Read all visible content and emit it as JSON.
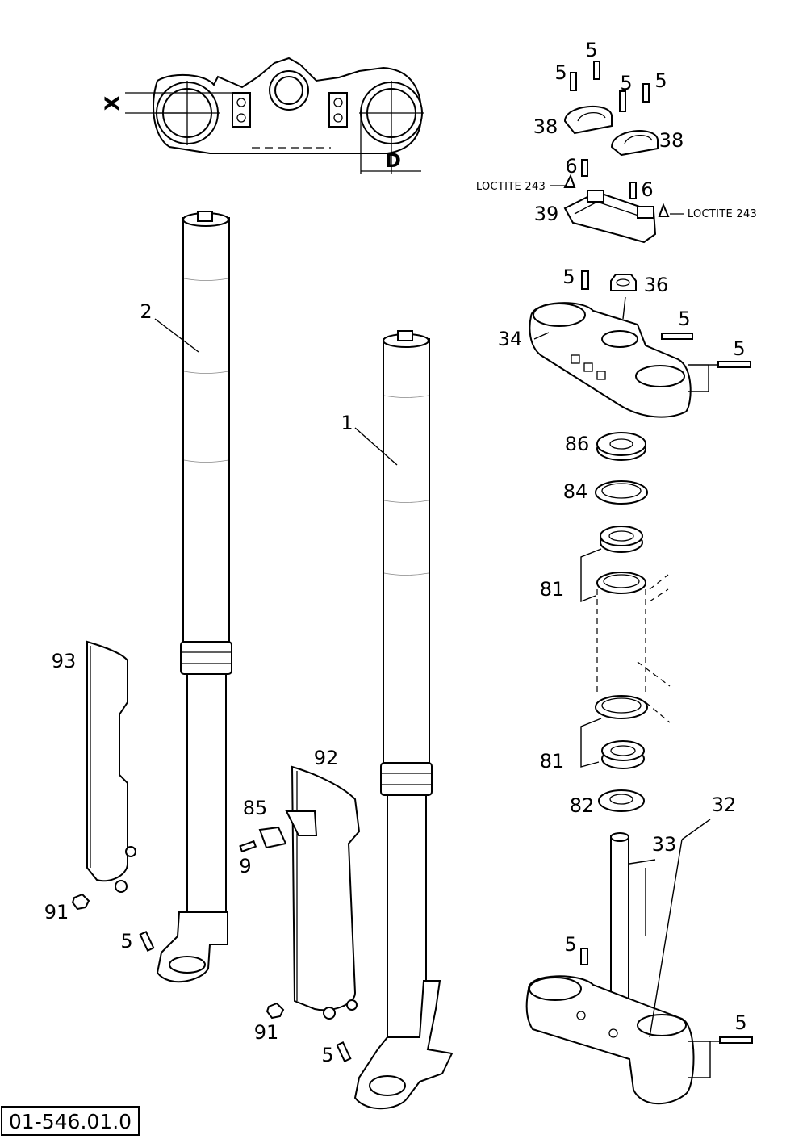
{
  "diagram": {
    "figure_id": "01-546.01.0",
    "dimensions": {
      "x": "X",
      "d": "D"
    },
    "notes": {
      "loctite_left": "LOCTITE 243",
      "loctite_right": "LOCTITE 243"
    },
    "labels": {
      "p5_top": "5",
      "p5_left": "5",
      "p5_r1": "5",
      "p5_r2": "5",
      "p38_left": "38",
      "p38_right": "38",
      "p6_left": "6",
      "p6_right": "6",
      "p39": "39",
      "p5_clamp": "5",
      "p36": "36",
      "p5_side": "5",
      "p34": "34",
      "p5_right": "5",
      "p86": "86",
      "p84": "84",
      "p81_upper": "81",
      "p81_lower": "81",
      "p82": "82",
      "p32": "32",
      "p33": "33",
      "p5_lower_clamp": "5",
      "p5_lower_right": "5",
      "p2": "2",
      "p1": "1",
      "p93": "93",
      "p91_left": "91",
      "p5_fork_left": "5",
      "p92": "92",
      "p85": "85",
      "p9": "9",
      "p91_right": "91",
      "p5_fork_right": "5"
    }
  }
}
